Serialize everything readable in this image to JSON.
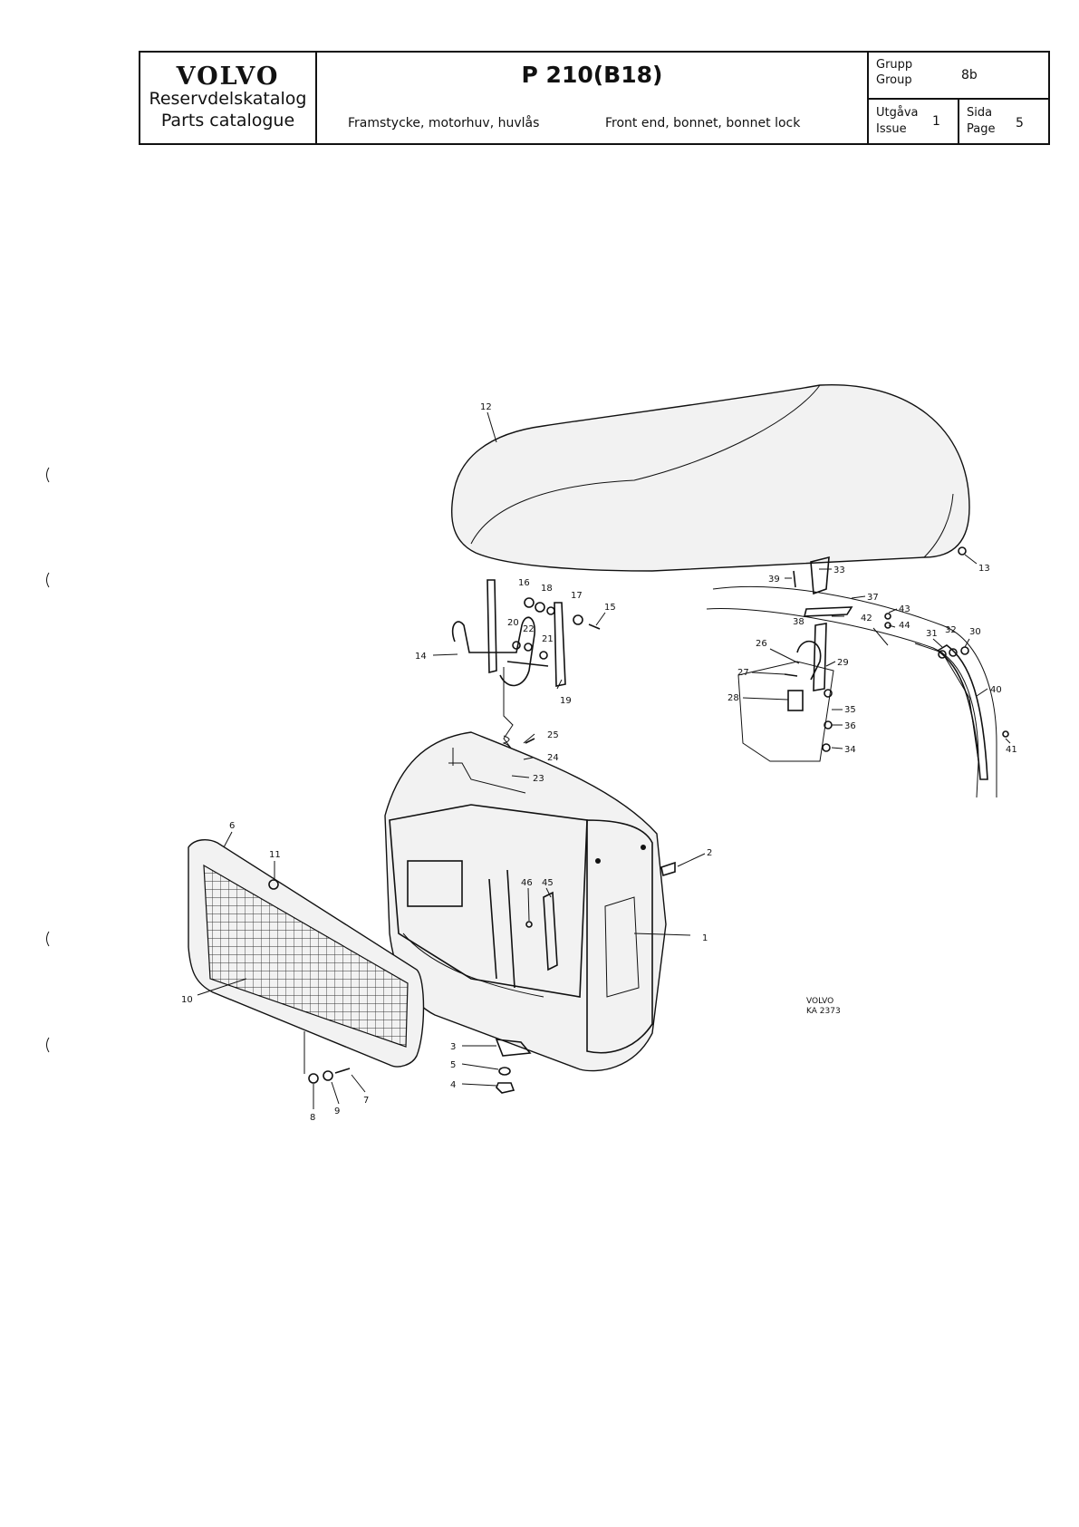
{
  "header": {
    "brand": "VOLVO",
    "catalog_sv": "Reservdelskatalog",
    "catalog_en": "Parts catalogue",
    "model": "P 210(B18)",
    "description_sv": "Framstycke, motorhuv, huvlås",
    "description_en": "Front end, bonnet, bonnet lock",
    "group_label_sv": "Grupp",
    "group_label_en": "Group",
    "group_value": "8b",
    "issue_label_sv": "Utgåva",
    "issue_label_en": "Issue",
    "issue_value": "1",
    "page_label_sv": "Sida",
    "page_label_en": "Page",
    "page_value": "5"
  },
  "diagram": {
    "reference_brand": "VOLVO",
    "reference_code": "KA 2373",
    "callouts": [
      "1",
      "2",
      "3",
      "4",
      "5",
      "6",
      "7",
      "8",
      "9",
      "10",
      "11",
      "12",
      "13",
      "14",
      "15",
      "16",
      "17",
      "18",
      "19",
      "20",
      "21",
      "22",
      "23",
      "24",
      "25",
      "26",
      "27",
      "28",
      "29",
      "30",
      "31",
      "32",
      "33",
      "34",
      "35",
      "36",
      "37",
      "38",
      "39",
      "40",
      "41",
      "42",
      "43",
      "44",
      "45",
      "46"
    ]
  }
}
